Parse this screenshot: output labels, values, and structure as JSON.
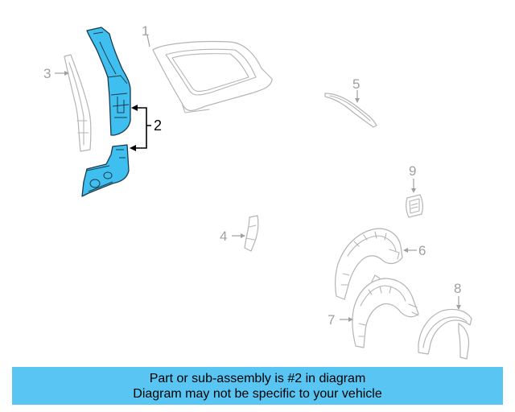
{
  "diagram": {
    "callouts": {
      "c1": "1",
      "c2": "2",
      "c3": "3",
      "c4": "4",
      "c5": "5",
      "c6": "6",
      "c7": "7",
      "c8": "8",
      "c9": "9"
    },
    "highlighted_part": "2",
    "highlight_color": "#3fbfef",
    "ghost_color": "#b4b4b4"
  },
  "banner": {
    "line1": "Part or sub-assembly is #2 in diagram",
    "line2": "Diagram may not be specific to your vehicle",
    "background": "#58c5f2"
  }
}
